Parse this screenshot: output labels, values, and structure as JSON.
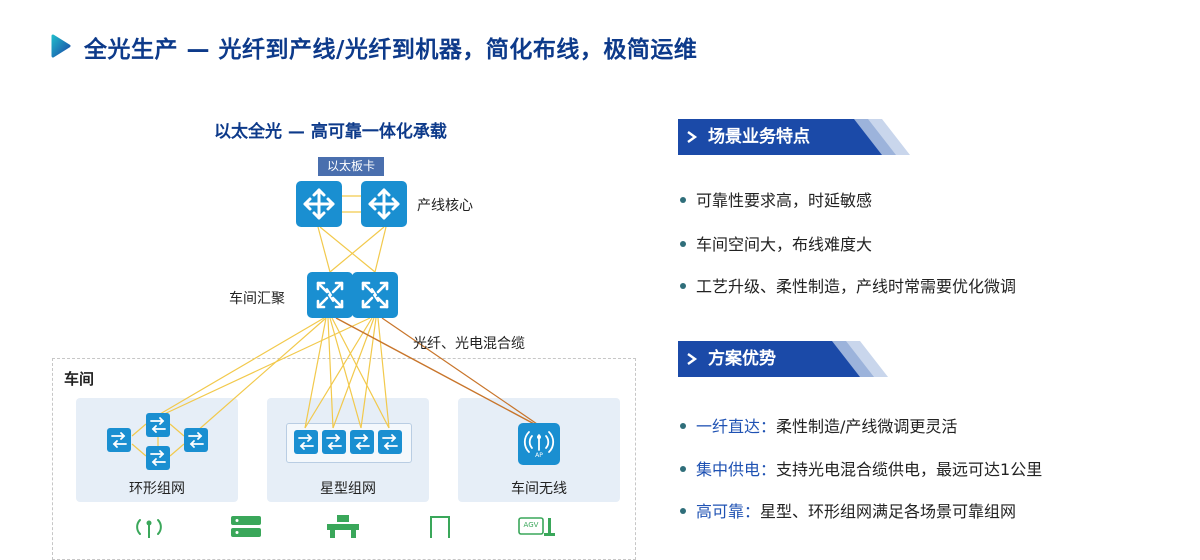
{
  "header": {
    "title": "全光生产 — 光纤到产线/光纤到机器，简化布线，极简运维"
  },
  "diagram": {
    "subtitle": "以太全光 — 高可靠一体化承载",
    "board_label": "以太板卡",
    "core_label": "产线核心",
    "agg_label": "车间汇聚",
    "cable_label": "光纤、光电混合缆",
    "workshop_label": "车间",
    "zones": [
      {
        "label": "环形组网"
      },
      {
        "label": "星型组网"
      },
      {
        "label": "车间无线"
      }
    ],
    "ap_text": "AP",
    "agv_text": "AGV"
  },
  "scenario": {
    "heading": "场景业务特点",
    "items": [
      "可靠性要求高，时延敏感",
      "车间空间大，布线难度大",
      "工艺升级、柔性制造，产线时常需要优化微调"
    ]
  },
  "advantages": {
    "heading": "方案优势",
    "items": [
      {
        "key": "一纤直达：",
        "text": "柔性制造/产线微调更灵活"
      },
      {
        "key": "集中供电：",
        "text": "支持光电混合缆供电，最远可达1公里"
      },
      {
        "key": "高可靠：",
        "text": "星型、环形组网满足各场景可靠组网"
      }
    ]
  },
  "colors": {
    "title": "#0d3a8a",
    "device": "#1a8fd1",
    "fiber": "#f2c94c",
    "hybrid": "#c8752b",
    "section_bar": "#1b4aa8",
    "highlight": "#1f52b3",
    "device_green": "#3aa75a"
  }
}
